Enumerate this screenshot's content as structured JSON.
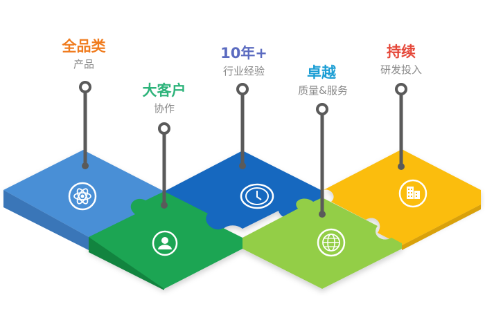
{
  "items": [
    {
      "title": "全品类",
      "subtitle": "产品",
      "title_color": "#f07c1e",
      "piece_color": "#4a8fd6",
      "icon": "atom-icon"
    },
    {
      "title": "大客户",
      "subtitle": "协作",
      "title_color": "#2db37a",
      "piece_color": "#1aa552",
      "icon": "user-icon"
    },
    {
      "title": "10年+",
      "subtitle": "行业经验",
      "title_color": "#5b6bc0",
      "piece_color": "#1867bf",
      "icon": "clock-icon"
    },
    {
      "title": "卓越",
      "subtitle": "质量&服务",
      "title_color": "#1a9dd4",
      "piece_color": "#93ce47",
      "icon": "globe-icon"
    },
    {
      "title": "持续",
      "subtitle": "研发投入",
      "title_color": "#e5483a",
      "piece_color": "#fbbd0f",
      "icon": "building-icon"
    }
  ]
}
